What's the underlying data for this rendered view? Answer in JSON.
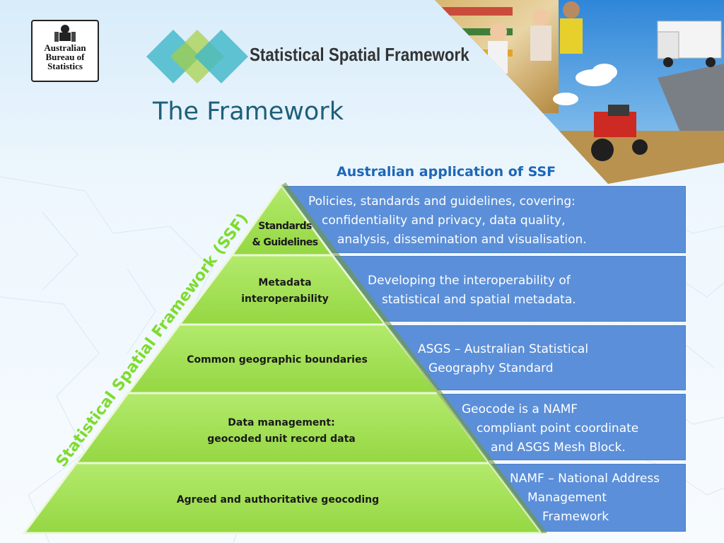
{
  "header": {
    "logo_lines": [
      "Australian",
      "Bureau of",
      "Statistics"
    ],
    "ssf_title": "Statistical Spatial Framework",
    "page_title": "The Framework"
  },
  "diagram": {
    "heading": "Australian application of SSF",
    "vertical_label": "Statistical Spatial Framework (SSF)",
    "tiers": [
      {
        "label_lines": [
          "Standards",
          "& Guidelines"
        ],
        "description_lines": [
          "Policies, standards and guidelines, covering:",
          "confidentiality and privacy, data quality,",
          "analysis, dissemination and visualisation."
        ]
      },
      {
        "label_lines": [
          "Metadata",
          "interoperability"
        ],
        "description_lines": [
          "Developing the interoperability of",
          "statistical and spatial metadata."
        ]
      },
      {
        "label_lines": [
          "Common geographic boundaries"
        ],
        "description_lines": [
          "ASGS – Australian Statistical",
          "Geography Standard"
        ]
      },
      {
        "label_lines": [
          "Data management:",
          "geocoded unit record data"
        ],
        "description_lines": [
          "Geocode is a NAMF",
          "compliant point coordinate",
          "and ASGS Mesh Block."
        ]
      },
      {
        "label_lines": [
          "Agreed and authoritative geocoding"
        ],
        "description_lines": [
          "NAMF – National Address",
          "Management",
          "Framework"
        ]
      }
    ]
  },
  "colors": {
    "panel_blue": "#5b8fd9",
    "pyramid_green": "#a6e35a",
    "heading_blue": "#1c67b8",
    "label_green": "#7ddc2e",
    "title_teal": "#1f5f7a"
  }
}
